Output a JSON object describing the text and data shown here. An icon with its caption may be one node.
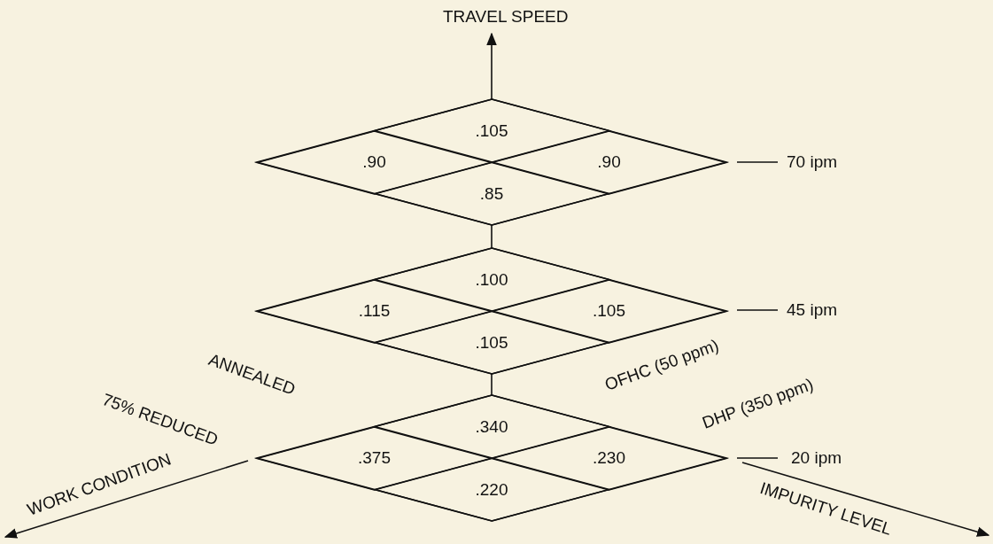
{
  "diagram": {
    "nodes": [
      {
        "text": [],
        "shape": "diamond"
      },
      {
        "text": [
          ".105"
        ],
        "in": 0
      },
      {
        "text": [
          ".90"
        ],
        "in": 0
      },
      {
        "text": [
          ".90"
        ],
        "in": 0
      },
      {
        "text": [
          ".85"
        ],
        "in": 0
      },
      {
        "text": [],
        "shape": "diamond"
      },
      {
        "text": [
          ".100"
        ],
        "in": 5
      },
      {
        "text": [
          ".115"
        ],
        "in": 5
      },
      {
        "text": [
          ".105"
        ],
        "in": 5
      },
      {
        "text": [
          ".105"
        ],
        "in": 5
      },
      {
        "text": [],
        "shape": "diamond"
      },
      {
        "text": [
          ".340"
        ],
        "in": 10
      },
      {
        "text": [
          ".375"
        ],
        "in": 10
      },
      {
        "text": [
          ".230"
        ],
        "in": 10
      },
      {
        "text": [
          ".220"
        ],
        "in": 10
      }
    ],
    "edges": [],
    "labels": [
      "TRAVEL SPEED",
      "70 ipm",
      "45 ipm",
      "ANNEALED",
      "OFHC (50 ppm)",
      "75% REDUCED",
      "DHP (350 ppm)",
      "20 ipm",
      "WORK CONDITION",
      "IMPURITY LEVEL"
    ]
  }
}
